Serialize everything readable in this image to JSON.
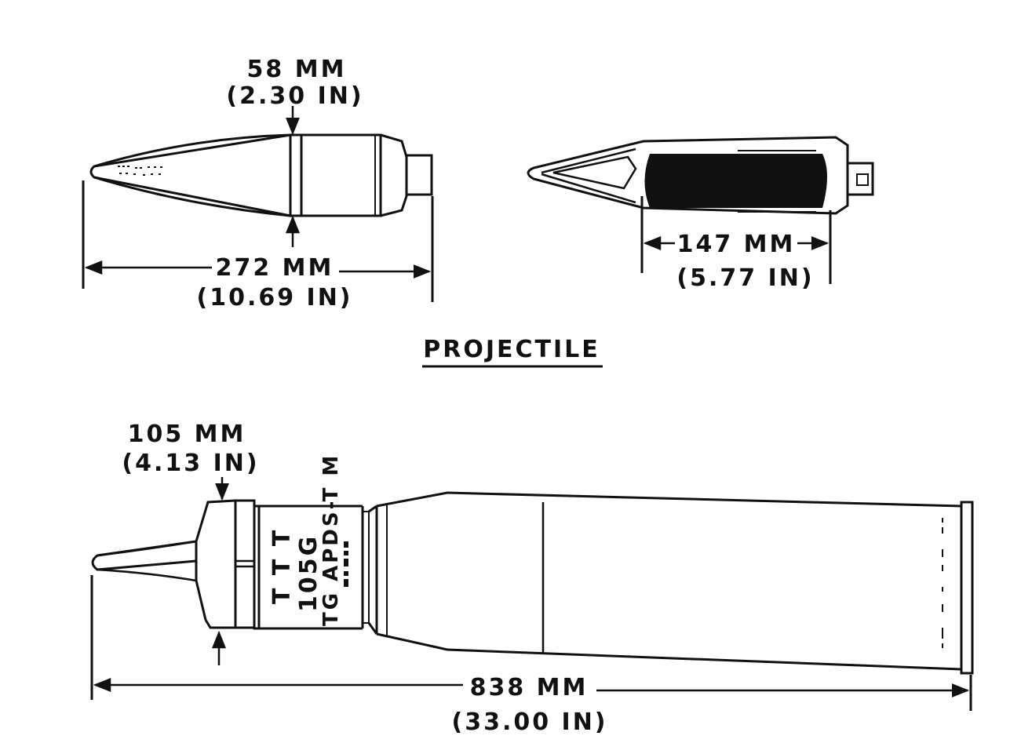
{
  "projectile": {
    "diameter_mm": "58 MM",
    "diameter_in": "(2.30 IN)",
    "length_mm": "272 MM",
    "length_in": "(10.69 IN)",
    "core_length_mm": "147 MM",
    "core_length_in": "(5.77 IN)",
    "caption": "PROJECTILE"
  },
  "cartridge": {
    "caliber_mm": "105 MM",
    "caliber_in": "(4.13 IN)",
    "length_mm": "838 MM",
    "length_in": "(33.00 IN)",
    "markings": [
      "T T T",
      "105G",
      "TG APDS-T M"
    ]
  },
  "colors": {
    "ink": "#111111",
    "paper": "#ffffff"
  }
}
